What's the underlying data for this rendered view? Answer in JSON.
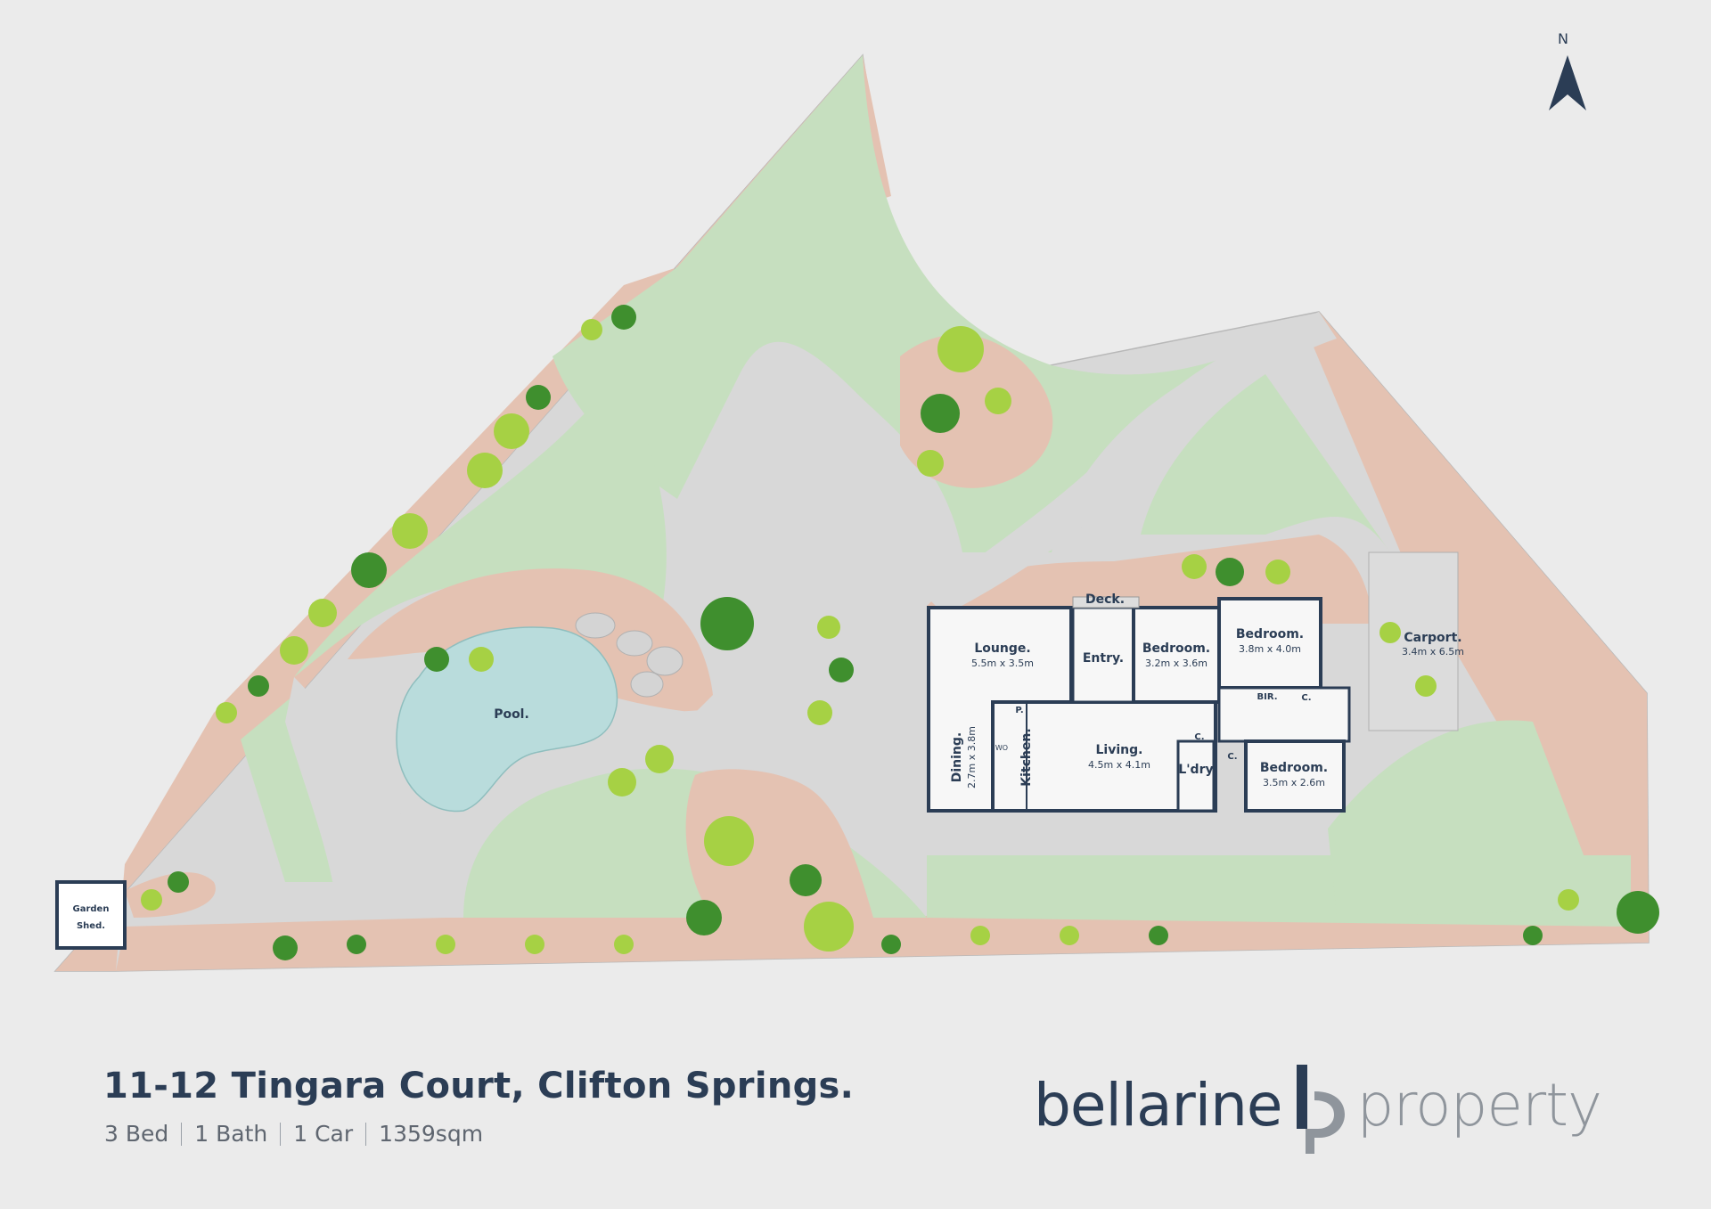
{
  "title": "11-12 Tingara Court, Clifton Springs.",
  "specs": [
    "3 Bed",
    "1 Bath",
    "1 Car",
    "1359sqm"
  ],
  "brand": {
    "left": "bellarine",
    "right": "property"
  },
  "north": "N",
  "rooms": {
    "deck": {
      "name": "Deck."
    },
    "lounge": {
      "name": "Lounge.",
      "dim": "5.5m x 3.5m"
    },
    "entry": {
      "name": "Entry."
    },
    "bedroom1": {
      "name": "Bedroom.",
      "dim": "3.2m x 3.6m"
    },
    "bedroom2": {
      "name": "Bedroom.",
      "dim": "3.8m x 4.0m"
    },
    "bir": {
      "name": "BIR."
    },
    "c1": {
      "name": "C."
    },
    "c2": {
      "name": "C."
    },
    "c3": {
      "name": "C."
    },
    "dining": {
      "name": "Dining.",
      "dim": "2.7m x 3.8m"
    },
    "kitchen": {
      "name": "Kitchen."
    },
    "pantry": {
      "name": "P."
    },
    "wo": {
      "name": "WO"
    },
    "living": {
      "name": "Living.",
      "dim": "4.5m x 4.1m"
    },
    "laundry": {
      "name": "L'dry."
    },
    "bedroom3": {
      "name": "Bedroom.",
      "dim": "3.5m x 2.6m"
    },
    "carport": {
      "name": "Carport.",
      "dim": "3.4m x 6.5m"
    },
    "pool": {
      "name": "Pool."
    },
    "shed": {
      "line1": "Garden",
      "line2": "Shed."
    }
  },
  "colors": {
    "background": "#ebebeb",
    "lawn": "#c6dfbf",
    "garden_bed": "#e4c2b2",
    "path": "#d8d8d8",
    "pool": "#b9dcdc",
    "wall": "#2b3d55",
    "tree_dark": "#3f8f2e",
    "tree_light": "#a6d144"
  }
}
